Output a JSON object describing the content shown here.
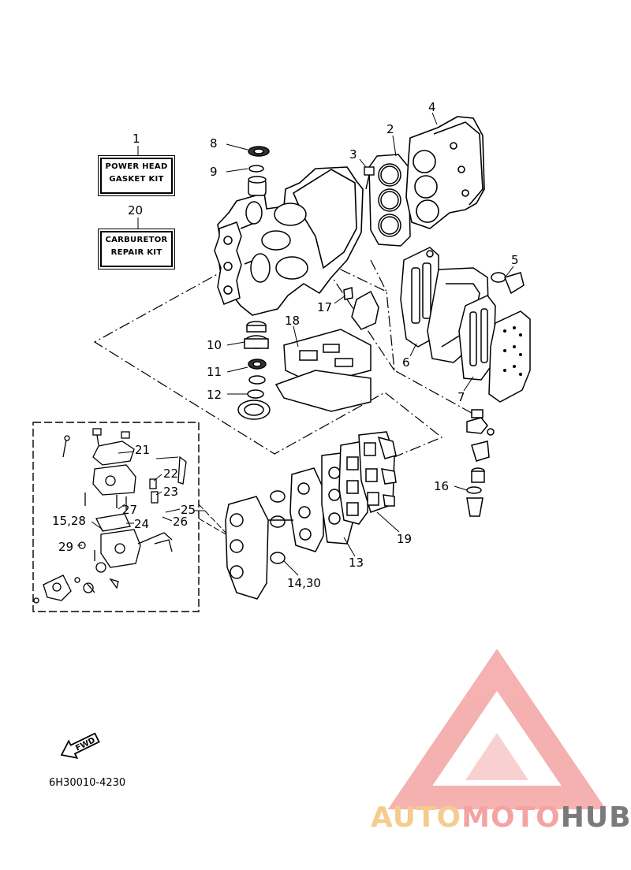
{
  "kits": {
    "power_head": {
      "number": "1",
      "line1": "POWER HEAD",
      "line2": "GASKET KIT"
    },
    "carburetor": {
      "number": "20",
      "line1": "CARBURETOR",
      "line2": "REPAIR KIT"
    }
  },
  "callouts": {
    "c2": "2",
    "c3": "3",
    "c4": "4",
    "c5": "5",
    "c6": "6",
    "c7": "7",
    "c8": "8",
    "c9": "9",
    "c10": "10",
    "c11": "11",
    "c12": "12",
    "c13": "13",
    "c14_30": "14,30",
    "c15_28": "15,28",
    "c16": "16",
    "c17": "17",
    "c18": "18",
    "c19": "19",
    "c21": "21",
    "c22": "22",
    "c23": "23",
    "c24": "24",
    "c25": "25",
    "c26": "26",
    "c27": "27",
    "c29": "29"
  },
  "fwd_label": "FWD",
  "diagram_code": "6H30010-4230",
  "watermark": {
    "part1": "AUTO",
    "part2": "MOTO",
    "part3": "HUB",
    "colors": {
      "auto": "#f5cc8f",
      "moto": "#f4a3a3",
      "hub": "#7a7a7a",
      "logo": "#f4a3a3"
    }
  }
}
